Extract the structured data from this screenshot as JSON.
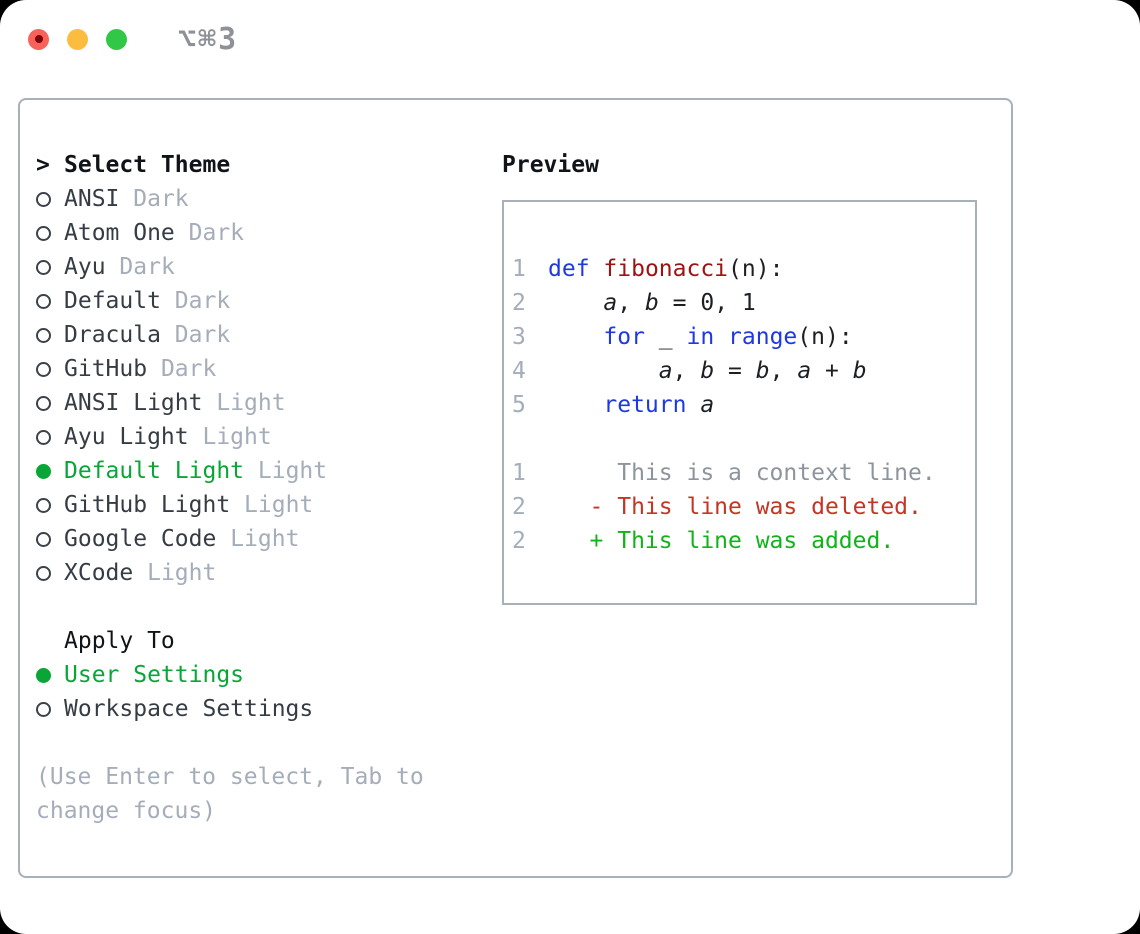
{
  "window": {
    "title": "⌥⌘3"
  },
  "theme_picker": {
    "prompt": ">",
    "heading": "Select Theme",
    "items": [
      {
        "name": "ANSI",
        "variant": "Dark",
        "selected": false
      },
      {
        "name": "Atom One",
        "variant": "Dark",
        "selected": false
      },
      {
        "name": "Ayu",
        "variant": "Dark",
        "selected": false
      },
      {
        "name": "Default",
        "variant": "Dark",
        "selected": false
      },
      {
        "name": "Dracula",
        "variant": "Dark",
        "selected": false
      },
      {
        "name": "GitHub",
        "variant": "Dark",
        "selected": false
      },
      {
        "name": "ANSI Light",
        "variant": "Light",
        "selected": false
      },
      {
        "name": "Ayu Light",
        "variant": "Light",
        "selected": false
      },
      {
        "name": "Default Light",
        "variant": "Light",
        "selected": true
      },
      {
        "name": "GitHub Light",
        "variant": "Light",
        "selected": false
      },
      {
        "name": "Google Code",
        "variant": "Light",
        "selected": false
      },
      {
        "name": "XCode",
        "variant": "Light",
        "selected": false
      }
    ],
    "apply_to": {
      "heading": "Apply To",
      "options": [
        {
          "label": "User Settings",
          "selected": true
        },
        {
          "label": "Workspace Settings",
          "selected": false
        }
      ]
    },
    "hint": "(Use Enter to select, Tab to change focus)"
  },
  "preview": {
    "heading": "Preview",
    "code": [
      {
        "num": "1",
        "parts": [
          {
            "t": "def",
            "c": "kw"
          },
          {
            "t": " ",
            "c": "pl"
          },
          {
            "t": "fibonacci",
            "c": "fn"
          },
          {
            "t": "(n):",
            "c": "pl"
          }
        ]
      },
      {
        "num": "2",
        "parts": [
          {
            "t": "    ",
            "c": "pl"
          },
          {
            "t": "a",
            "c": "var"
          },
          {
            "t": ", ",
            "c": "pl"
          },
          {
            "t": "b",
            "c": "var"
          },
          {
            "t": " = 0, 1",
            "c": "pl"
          }
        ]
      },
      {
        "num": "3",
        "parts": [
          {
            "t": "    ",
            "c": "pl"
          },
          {
            "t": "for",
            "c": "kw"
          },
          {
            "t": " _ ",
            "c": "pl"
          },
          {
            "t": "in",
            "c": "kw"
          },
          {
            "t": " ",
            "c": "pl"
          },
          {
            "t": "range",
            "c": "kw"
          },
          {
            "t": "(n):",
            "c": "pl"
          }
        ]
      },
      {
        "num": "4",
        "parts": [
          {
            "t": "        ",
            "c": "pl"
          },
          {
            "t": "a",
            "c": "var"
          },
          {
            "t": ", ",
            "c": "pl"
          },
          {
            "t": "b",
            "c": "var"
          },
          {
            "t": " = ",
            "c": "pl"
          },
          {
            "t": "b",
            "c": "var"
          },
          {
            "t": ", ",
            "c": "pl"
          },
          {
            "t": "a",
            "c": "var"
          },
          {
            "t": " + ",
            "c": "pl"
          },
          {
            "t": "b",
            "c": "var"
          }
        ]
      },
      {
        "num": "5",
        "parts": [
          {
            "t": "    ",
            "c": "pl"
          },
          {
            "t": "return",
            "c": "kw"
          },
          {
            "t": " ",
            "c": "pl"
          },
          {
            "t": "a",
            "c": "var"
          }
        ]
      }
    ],
    "diff": [
      {
        "num": "1",
        "parts": [
          {
            "t": "     This is a context line.",
            "c": "ctx"
          }
        ]
      },
      {
        "num": "2",
        "parts": [
          {
            "t": "   - This line was deleted.",
            "c": "del"
          }
        ]
      },
      {
        "num": "2",
        "parts": [
          {
            "t": "   + This line was added.",
            "c": "add"
          }
        ]
      }
    ]
  },
  "colors": {
    "accent_green": "#09a637",
    "keyword_blue": "#1e38e2",
    "function_red": "#9e1212",
    "diff_red": "#c53524",
    "diff_green": "#10b41a",
    "muted_gray": "#a4adb9",
    "context_gray": "#8d949c",
    "text_dark": "#363c44",
    "heading_black": "#101317",
    "border_gray": "#a8b0ba",
    "traffic_red": "#f7625a",
    "traffic_red_dot": "#7e0308",
    "traffic_yellow": "#fcbc40",
    "traffic_green": "#33c748",
    "title_gray": "#8e9298"
  }
}
